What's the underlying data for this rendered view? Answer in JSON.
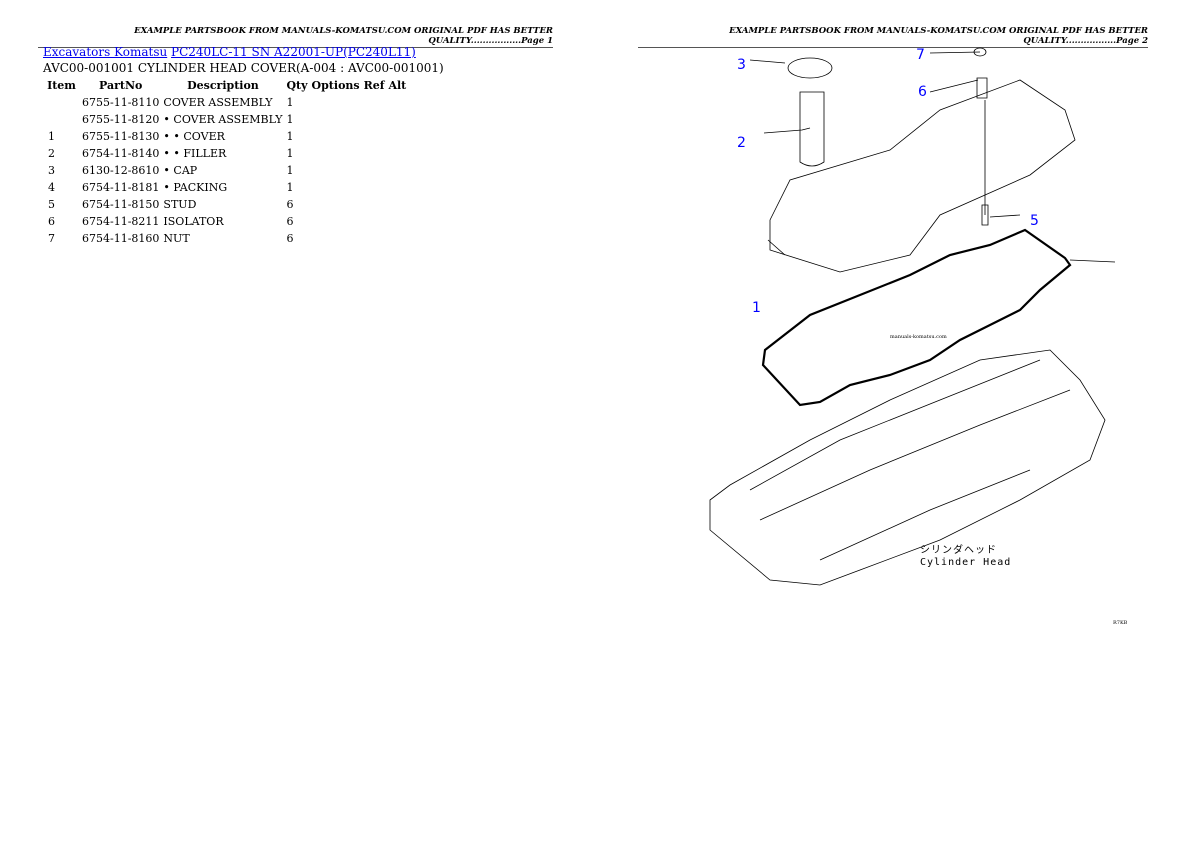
{
  "page1": {
    "header": "EXAMPLE PARTSBOOK FROM MANUALS-KOMATSU.COM ORIGINAL PDF HAS BETTER QUALITY.................Page 1",
    "breadcrumb": {
      "link1": "Excavators Komatsu",
      "link2": "PC240LC-11 SN A22001-UP(PC240L11)"
    },
    "subtitle": "AVC00-001001 CYLINDER HEAD COVER(A-004 : AVC00-001001)",
    "columns": [
      "Item",
      "PartNo",
      "Description",
      "Qty",
      "Options",
      "Ref",
      "Alt"
    ],
    "rows": [
      {
        "item": "",
        "part": "6755-11-8110",
        "desc": "COVER ASSEMBLY",
        "qty": "1"
      },
      {
        "item": "",
        "part": "6755-11-8120",
        "desc": "• COVER ASSEMBLY",
        "qty": "1"
      },
      {
        "item": "1",
        "part": "6755-11-8130",
        "desc": "• • COVER",
        "qty": "1"
      },
      {
        "item": "2",
        "part": "6754-11-8140",
        "desc": "• • FILLER",
        "qty": "1"
      },
      {
        "item": "3",
        "part": "6130-12-8610",
        "desc": "• CAP",
        "qty": "1"
      },
      {
        "item": "4",
        "part": "6754-11-8181",
        "desc": "• PACKING",
        "qty": "1"
      },
      {
        "item": "5",
        "part": "6754-11-8150",
        "desc": "STUD",
        "qty": "6"
      },
      {
        "item": "6",
        "part": "6754-11-8211",
        "desc": "ISOLATOR",
        "qty": "6"
      },
      {
        "item": "7",
        "part": "6754-11-8160",
        "desc": "NUT",
        "qty": "6"
      }
    ]
  },
  "page2": {
    "header": "EXAMPLE PARTSBOOK FROM MANUALS-KOMATSU.COM ORIGINAL PDF HAS BETTER QUALITY.................Page 2",
    "callouts": [
      "1",
      "2",
      "3",
      "5",
      "6",
      "7"
    ],
    "caption_jp": "シリンダヘッド",
    "caption_en": "Cylinder Head",
    "watermark": "manuals-komatsu.com",
    "figure_code": "R7KB"
  },
  "colors": {
    "link": "#0000ee",
    "callout": "#0000ff"
  }
}
